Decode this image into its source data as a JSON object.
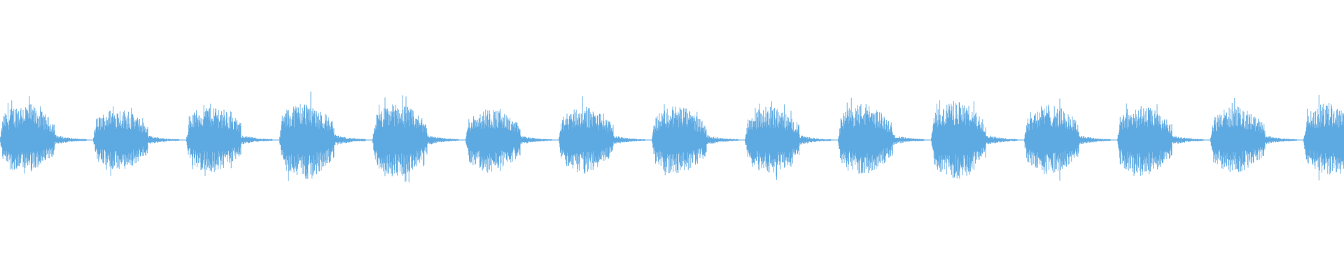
{
  "waveform": {
    "color": "#5DA9E1",
    "background": "#FFFFFF",
    "burst_count": 15,
    "peak_amplitude": [
      0.86,
      0.74,
      0.84,
      0.9,
      0.86,
      0.74,
      0.78,
      0.8,
      0.78,
      0.86,
      0.92,
      0.84,
      0.8,
      0.78,
      0.86
    ],
    "trough_amplitude": [
      0.78,
      0.72,
      0.76,
      0.92,
      0.86,
      0.76,
      0.78,
      0.82,
      0.8,
      0.8,
      0.92,
      0.82,
      0.84,
      0.76,
      0.82
    ],
    "noise_floor": 0.03
  }
}
